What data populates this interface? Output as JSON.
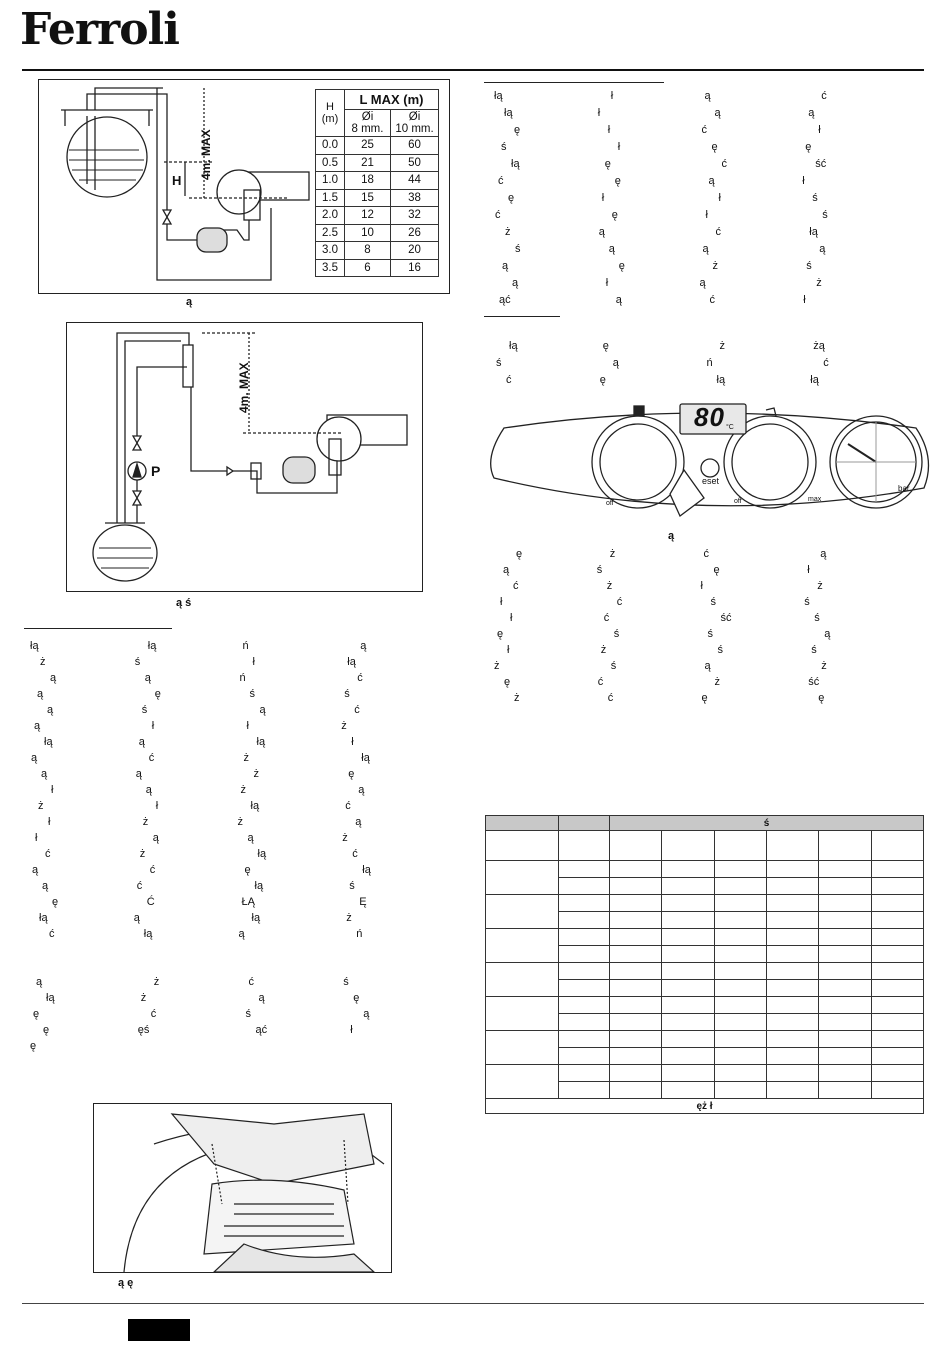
{
  "brand": "Ferroli",
  "fig_pipe": {
    "height_label": "4m. MAX",
    "h_label": "H",
    "table": {
      "title": "L MAX (m)",
      "h_header": "H\n(m)",
      "col1_header": "Øi\n8 mm.",
      "col2_header": "Øi\n10 mm.",
      "rows": [
        [
          "0.0",
          "25",
          "60"
        ],
        [
          "0.5",
          "21",
          "50"
        ],
        [
          "1.0",
          "18",
          "44"
        ],
        [
          "1.5",
          "15",
          "38"
        ],
        [
          "2.0",
          "12",
          "32"
        ],
        [
          "2.5",
          "10",
          "26"
        ],
        [
          "3.0",
          "8",
          "20"
        ],
        [
          "3.5",
          "6",
          "16"
        ]
      ]
    }
  },
  "fig_pump": {
    "height_label": "4m. MAX",
    "pump_label": "P"
  },
  "panel": {
    "display_value": "80",
    "unit": "°C",
    "reset_label": "eset",
    "off_left": "off",
    "off_right": "off",
    "max_label": "max",
    "gauge_unit": "bar"
  },
  "captions": {
    "fig1": "ą",
    "fig2": "ą  ś",
    "fig3": "ą  ę",
    "fig4": "ą"
  },
  "right_table": {
    "header": "ś",
    "footer": "ęż  ł"
  },
  "left_fragments": [
    "łą",
    "łą",
    "ń",
    "ą",
    "ż",
    "ś",
    "ł",
    "łą",
    "ą",
    "ą",
    "ń",
    "ć",
    "ą",
    "ę",
    "ś",
    "ś",
    "ą",
    "ś",
    "ą",
    "ć",
    "ą",
    "ł",
    "ł",
    "ż",
    "łą",
    "ą",
    "łą",
    "ł",
    "ą",
    "ć",
    "ż",
    "łą",
    "ą",
    "ą",
    "ż",
    "ę",
    "ł",
    "ą",
    "ż",
    "ą",
    "ż",
    "ł",
    "łą",
    "ć",
    "ł",
    "ż",
    "ż",
    "ą",
    "ł",
    "ą",
    "ą",
    "ż",
    "ć",
    "ż",
    "łą",
    "ć",
    "ą",
    "ć",
    "ę",
    "łą",
    "ą",
    "ć",
    "łą",
    "ś",
    "ę",
    "Ć",
    "ŁĄ",
    "Ę",
    "łą",
    "ą",
    "łą",
    "ż",
    "ć",
    "łą",
    "ą",
    "ń",
    "ą",
    "ż",
    "ć",
    "ś",
    "łą",
    "ż",
    "ą",
    "ę",
    "ę",
    "ć",
    "ś",
    "ą",
    "ę",
    "ęś",
    "ąć",
    "ł",
    "ę"
  ],
  "right_fragments": [
    "łą",
    "ł",
    "ą",
    "ć",
    "łą",
    "ł",
    "ą",
    "ą",
    "ę",
    "ł",
    "ć",
    "ł",
    "ś",
    "ł",
    "ę",
    "ę",
    "łą",
    "ę",
    "ć",
    "ść",
    "ć",
    "ę",
    "ą",
    "ł",
    "ę",
    "ł",
    "ł",
    "ś",
    "ć",
    "ę",
    "ł",
    "ś",
    "ż",
    "ą",
    "ć",
    "łą",
    "ś",
    "ą",
    "ą",
    "ą",
    "ą",
    "ę",
    "ż",
    "ś",
    "ą",
    "ł",
    "ą",
    "ż",
    "ąć",
    "ą",
    "ć",
    "ł",
    "łą",
    "ę",
    "ż",
    "żą",
    "ś",
    "ą",
    "ń",
    "ć",
    "ć",
    "ę",
    "łą",
    "łą",
    "ę",
    "ż",
    "ć",
    "ą",
    "ą",
    "ś",
    "ę",
    "ł",
    "ć",
    "ż",
    "ł",
    "ż",
    "ł",
    "ć",
    "ś",
    "ś",
    "ł",
    "ć",
    "ść",
    "ś",
    "ę",
    "ś",
    "ś",
    "ą",
    "ł",
    "ż",
    "ś",
    "ś",
    "ż",
    "ś",
    "ą",
    "ż",
    "ę",
    "ć",
    "ż",
    "ść",
    "ż",
    "ć",
    "ę",
    "ę"
  ]
}
